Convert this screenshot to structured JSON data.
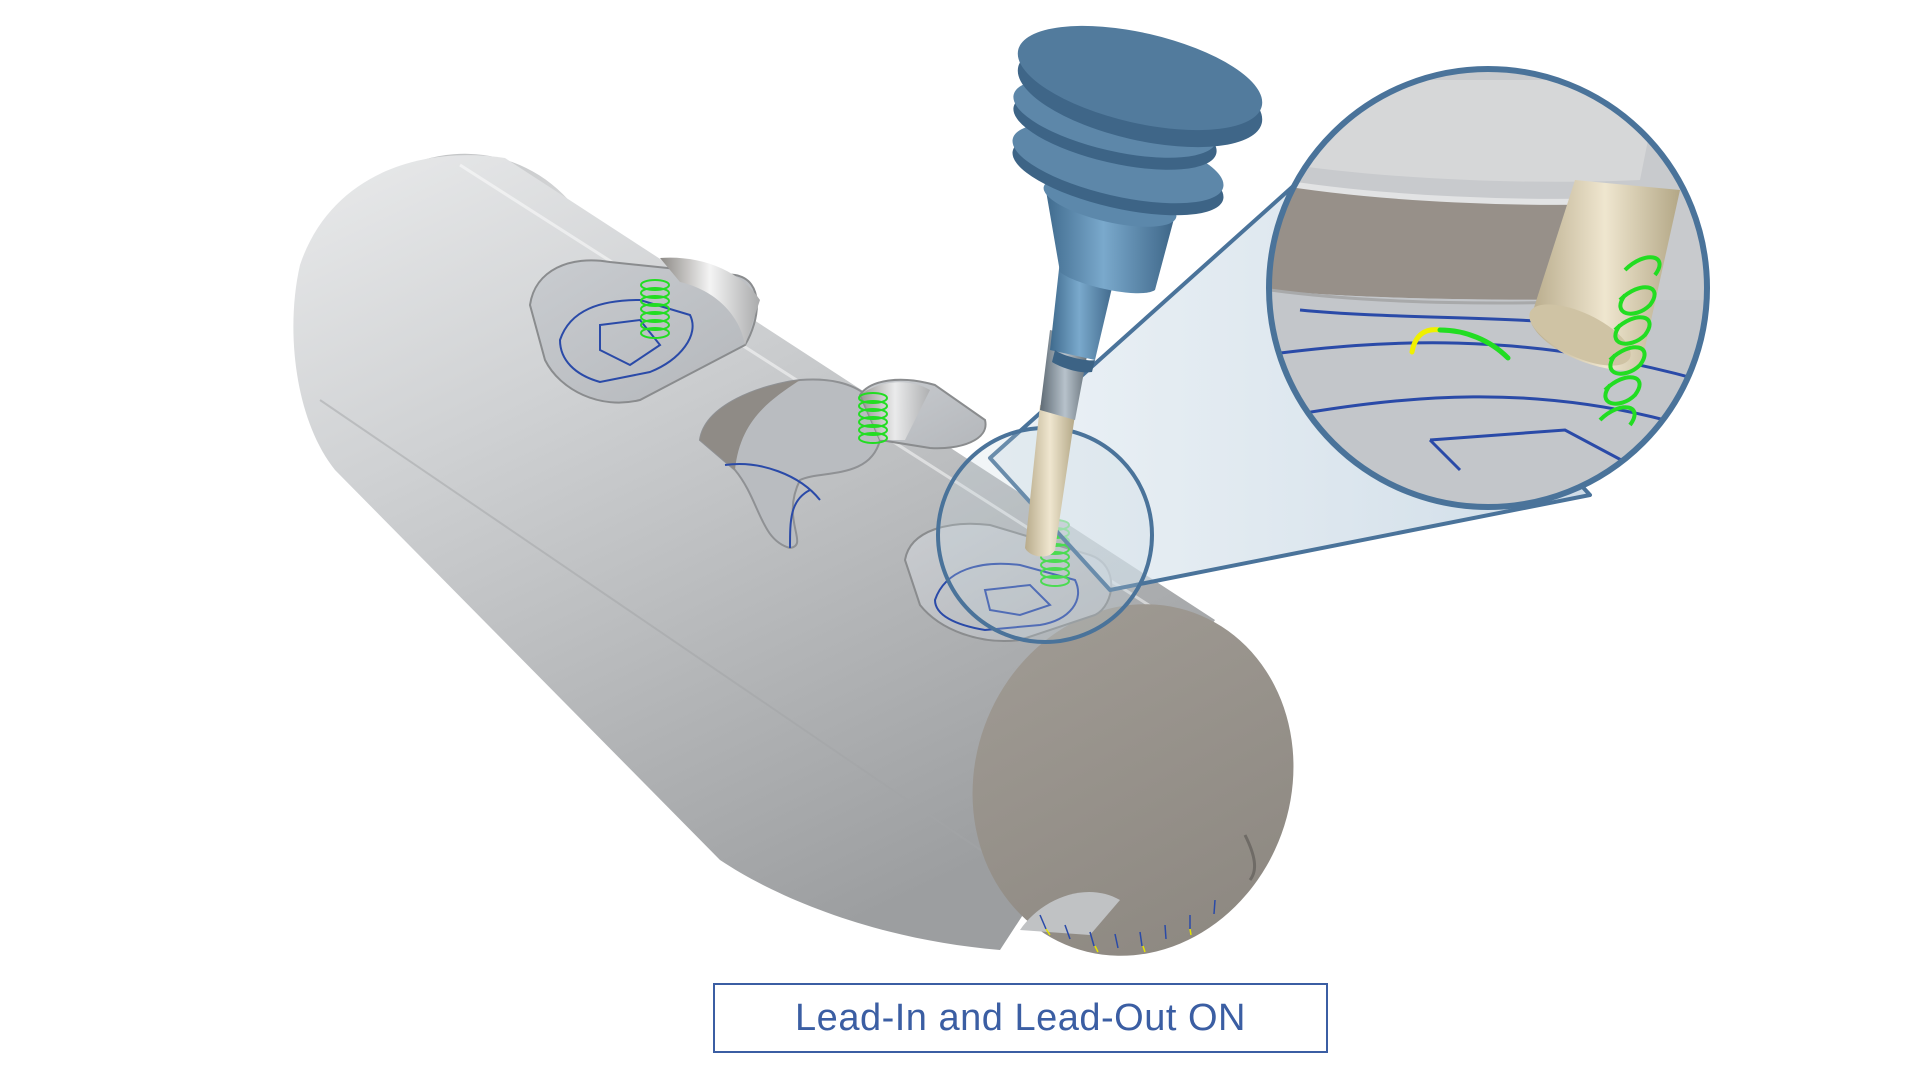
{
  "caption": {
    "text": "Lead-In and Lead-Out ON"
  },
  "colors": {
    "background": "#ffffff",
    "caption_border": "#3b5ea3",
    "caption_text": "#3b5ea3",
    "part_metal": "#c4c6c8",
    "part_end_face": "#938e87",
    "spindle_blue": "#4e7898",
    "tool_holder": "#6c9bc0",
    "cutter_tan": "#d9ceb1",
    "toolpath_blue": "#2a4aa8",
    "helix_green": "#22dd22",
    "leadin_yellow": "#f0f000",
    "magnifier_ring": "#4a739a"
  },
  "icons": {
    "part": "cylindrical-workpiece-illustration",
    "tool": "milling-tool-illustration",
    "zoom": "magnifier-callout"
  }
}
